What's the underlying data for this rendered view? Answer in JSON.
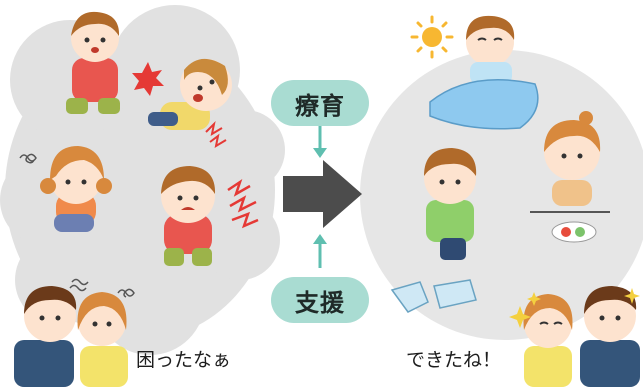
{
  "labels": {
    "top_pill": "療育",
    "bottom_pill": "支援",
    "left_caption": "困ったなぁ",
    "right_caption": "できたね！"
  },
  "colors": {
    "left_cloud": "#e1e1e1",
    "right_circle": "#e6e6e6",
    "pill": "#a9dcd2",
    "small_arrow": "#5fbfb0",
    "big_arrow": "#4c4c4c",
    "skin": "#fde3cf",
    "hair": "#b06a2a",
    "red_shirt": "#e8564f",
    "green_pants": "#9cb34a",
    "sun": "#f7b731",
    "futon": "#8ec9ef"
  },
  "icons": {
    "anger_burst": "anger-burst-icon",
    "sun": "sun-icon",
    "sparkle": "sparkle-icon",
    "worry_scribble": "worry-scribble-icon"
  }
}
